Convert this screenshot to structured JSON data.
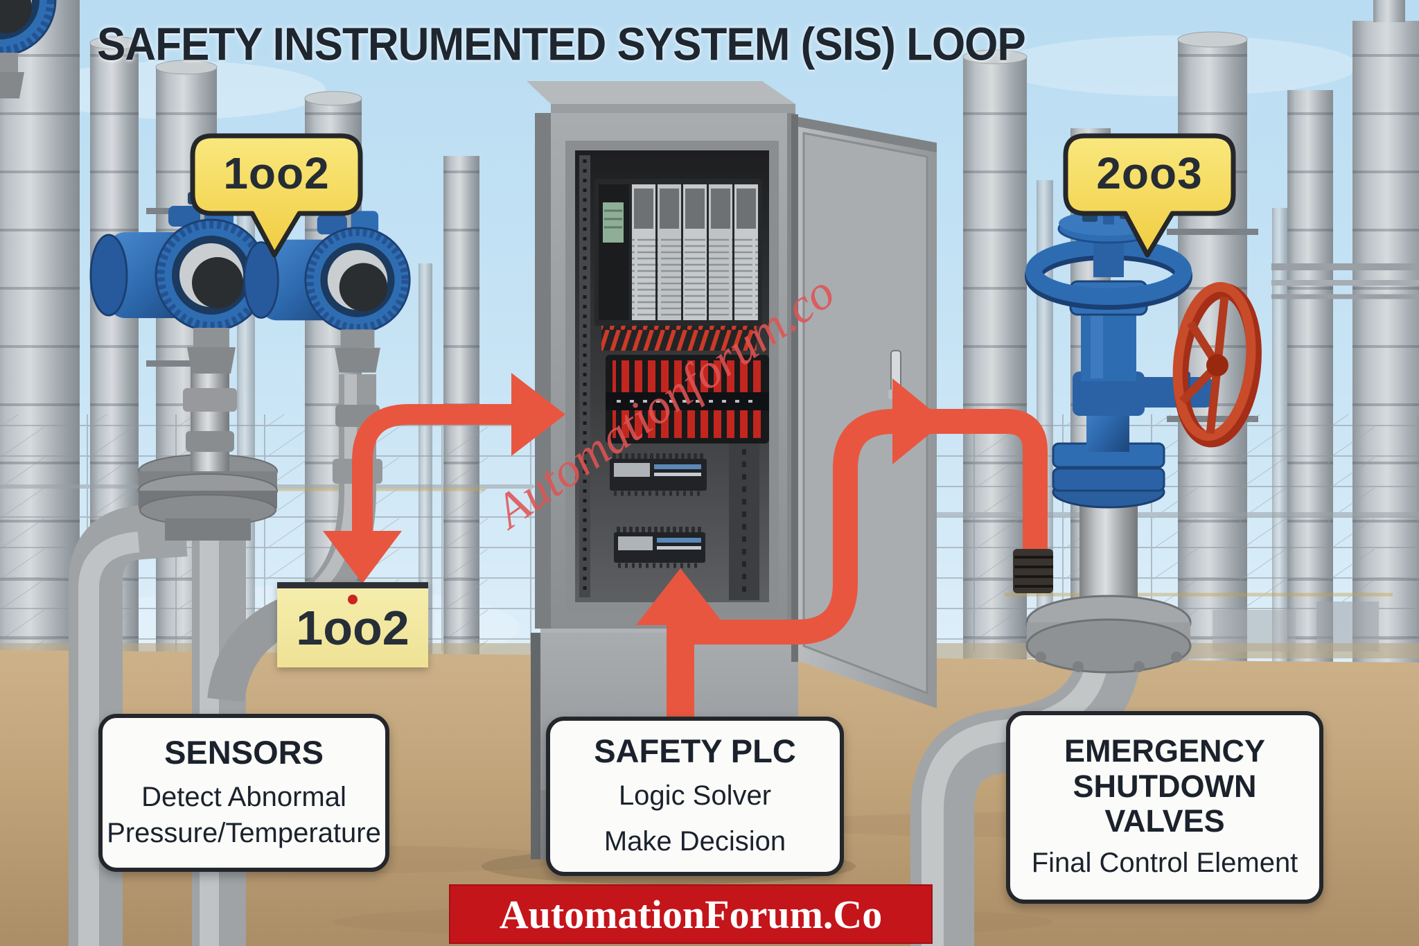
{
  "title": "SAFETY INSTRUMENTED SYSTEM (SIS) LOOP",
  "badges": {
    "sensor_voting": "1oo2",
    "mid_voting": "1oo2",
    "valve_voting": "2oo3"
  },
  "cards": {
    "sensors": {
      "title": "SENSORS",
      "line1": "Detect Abnormal",
      "line2": "Pressure/Temperature"
    },
    "plc": {
      "title": "SAFETY PLC",
      "line1": "Logic Solver",
      "line2": "Make Decision"
    },
    "valves": {
      "title": "EMERGENCY SHUTDOWN VALVES",
      "line1": "Final Control Element"
    }
  },
  "watermark": "Automationforum.co",
  "footer_brand": "AutomationForum.Co",
  "colors": {
    "arrow": "#e85640",
    "bubble_fill": "#f6dd5e",
    "banner_red": "#c4151b",
    "valve_blue": "#2e6cb2",
    "handwheel_red": "#c0391f",
    "transmitter_blue": "#2f6db3",
    "ground_tan": "#c2a277",
    "sky_blue": "#c8e4f5"
  }
}
